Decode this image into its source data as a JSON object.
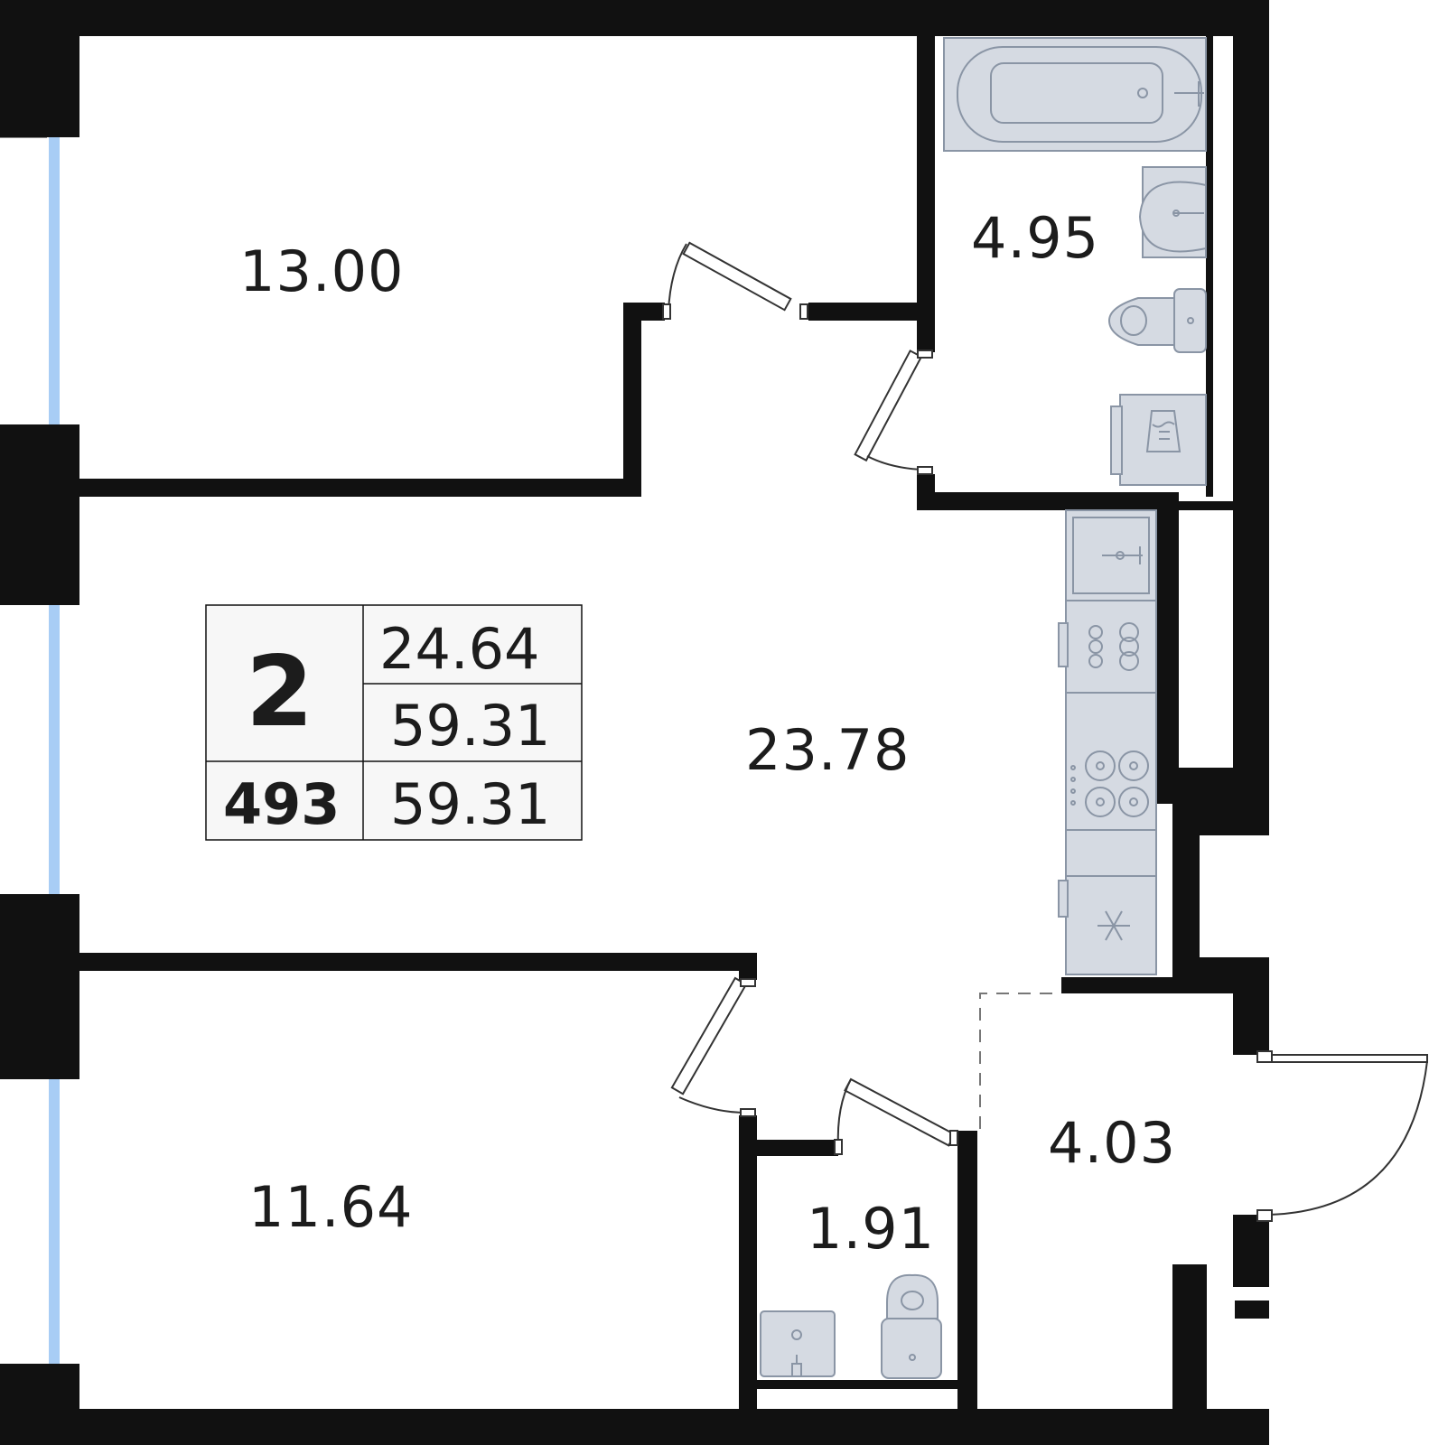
{
  "colors": {
    "wall": "#111111",
    "floor": "#ffffff",
    "window": "#a8cdf5",
    "fixture_fill": "#d5dae2",
    "fixture_stroke": "#8a95a5",
    "info_box_fill": "#f7f7f7"
  },
  "rooms": [
    {
      "id": "bedroom_top",
      "area": "13.00"
    },
    {
      "id": "bathroom",
      "area": "4.95"
    },
    {
      "id": "living_kitchen",
      "area": "23.78"
    },
    {
      "id": "bedroom_bottom",
      "area": "11.64"
    },
    {
      "id": "wc",
      "area": "1.91"
    },
    {
      "id": "hall",
      "area": "4.03"
    }
  ],
  "info": {
    "room_count": "2",
    "number": "493",
    "living_area": "24.64",
    "total_area": "59.31",
    "total_area_2": "59.31"
  },
  "icons": [
    "bathtub-icon",
    "sink-icon",
    "toilet-icon",
    "washing-machine-icon",
    "kitchen-sink-icon",
    "oven-icon",
    "stove-icon",
    "fridge-icon"
  ]
}
